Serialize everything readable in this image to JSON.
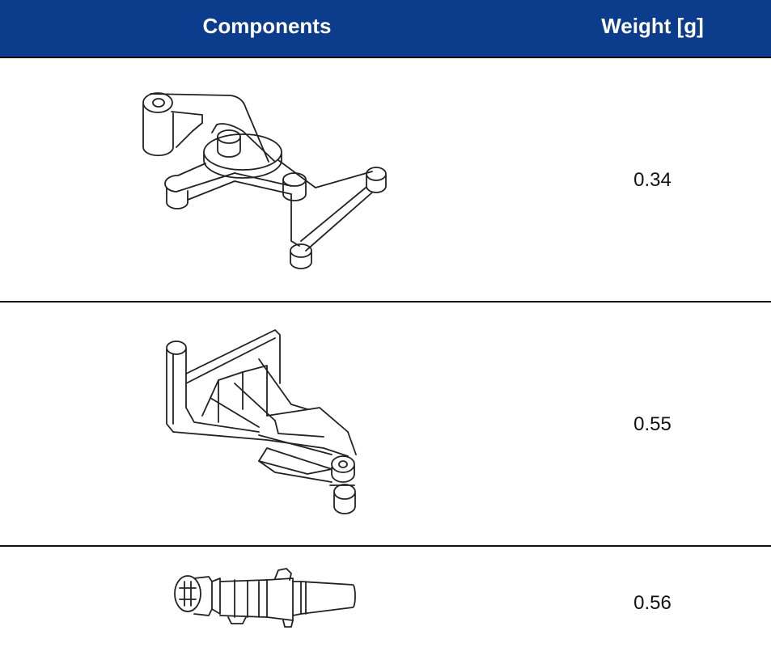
{
  "header": {
    "components_label": "Components",
    "weight_label": "Weight [g]"
  },
  "rows": [
    {
      "weight": "0.34"
    },
    {
      "weight": "0.55"
    },
    {
      "weight": "0.56"
    }
  ],
  "colors": {
    "header_background": "#0b3d8c",
    "header_text": "#ffffff",
    "divider": "#111111"
  }
}
